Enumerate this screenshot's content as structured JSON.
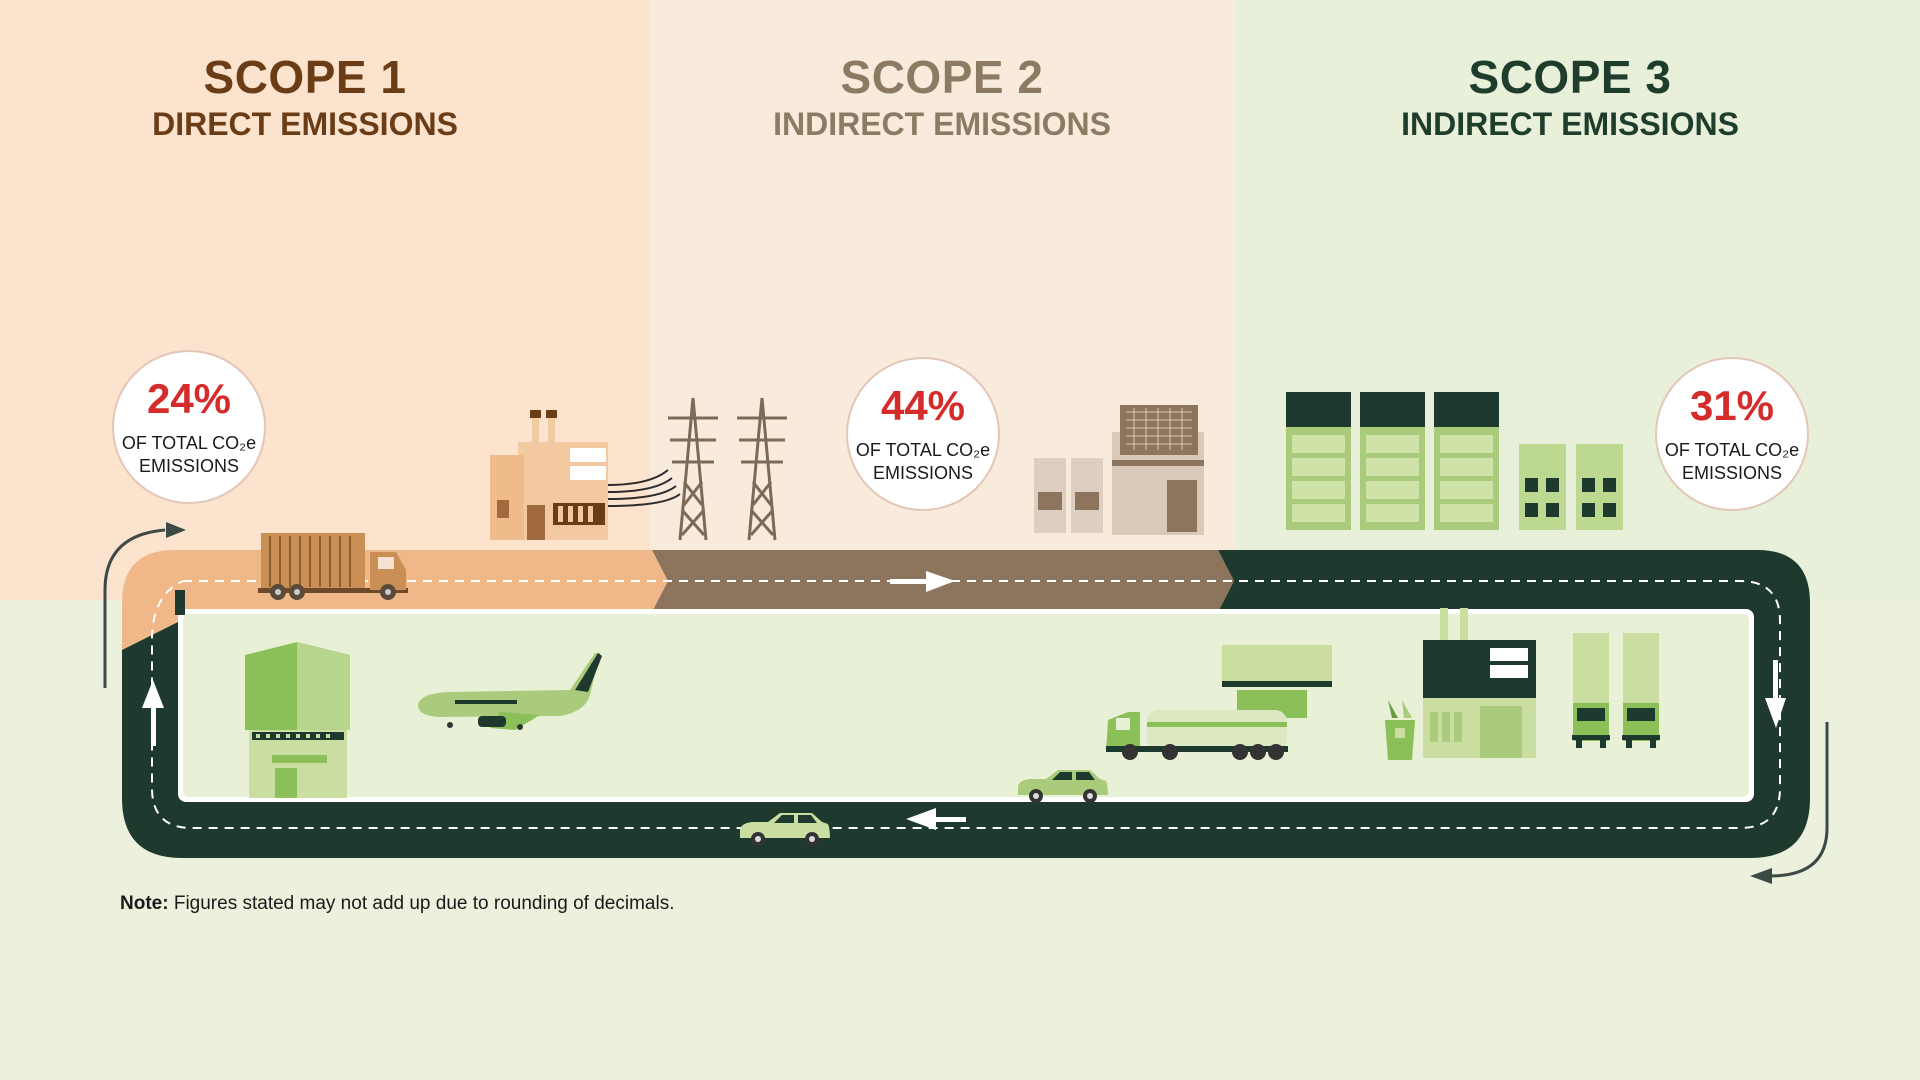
{
  "scopes": [
    {
      "title": "SCOPE 1",
      "subtitle": "DIRECT EMISSIONS",
      "percent": "24%",
      "label": "OF TOTAL CO₂e EMISSIONS"
    },
    {
      "title": "SCOPE 2",
      "subtitle": "INDIRECT EMISSIONS",
      "percent": "44%",
      "label": "OF TOTAL CO₂e EMISSIONS"
    },
    {
      "title": "SCOPE 3",
      "subtitle": "INDIRECT EMISSIONS",
      "percent": "31%",
      "label": "OF TOTAL CO₂e EMISSIONS"
    }
  ],
  "note": {
    "prefix": "Note:",
    "text": " Figures stated may not add up due to rounding of decimals."
  },
  "colors": {
    "scope1_bg": "#fbe3cd",
    "scope2_bg": "#f9ebdc",
    "scope3_bg": "#e8f0da",
    "road_scope1": "#f0b889",
    "road_scope2": "#8d745c",
    "road_scope3": "#1e3a2e",
    "percent_red": "#d62b2b",
    "green_light": "#c9dea0",
    "green_mid": "#8bbf58"
  },
  "icons": [
    "factory-icon",
    "power-pylon-icon",
    "container-truck-icon",
    "data-center-icon",
    "warehouse-icon",
    "retail-building-icon",
    "airplane-icon",
    "tanker-truck-icon",
    "car-icon",
    "delivery-truck-icon",
    "recycling-bin-icon",
    "arrow-icon"
  ]
}
